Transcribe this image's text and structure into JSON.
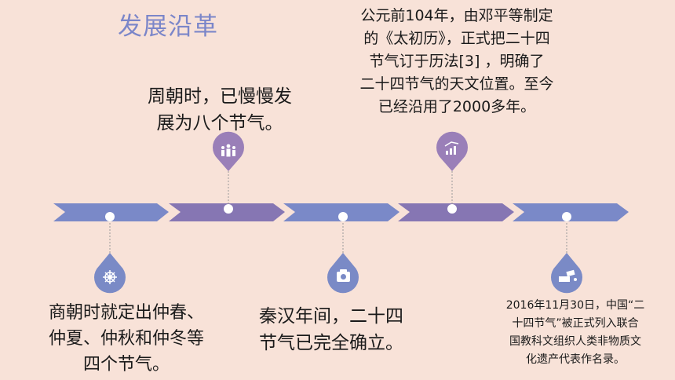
{
  "title": "发展沿革",
  "events": {
    "zhou": [
      "周朝时，已慢慢发",
      "展为八个节气。"
    ],
    "gongyuan": [
      "公元前104年，由邓平等制定",
      "的《太初历》，正式把二十四",
      "节气订于历法[3]  ，明确了",
      "二十四节气的天文位置。至今",
      "已经沿用了2000多年。"
    ],
    "shang": [
      "商朝时就定出仲春、",
      "仲夏、仲秋和仲冬等",
      "四个节气。"
    ],
    "qinhan": [
      "秦汉年间，二十四",
      "节气已完全确立。"
    ],
    "y2016": [
      "2016年11月30日，中国“二",
      "十四节气”被正式列入联合",
      "国教科文组织人类非物质文",
      "化遗产代表作名录。"
    ]
  },
  "icons": [
    "people-icon",
    "chart-icon",
    "ship-wheel-icon",
    "money-icon",
    "cash-icon"
  ],
  "colors": {
    "background": "#f8e2d8",
    "title": "#7b86c9",
    "arrow_blue": "#7a89c8",
    "arrow_purple": "#8676b3",
    "drop_top": "#9a7fb8",
    "drop_bottom": "#7a8ac6"
  }
}
